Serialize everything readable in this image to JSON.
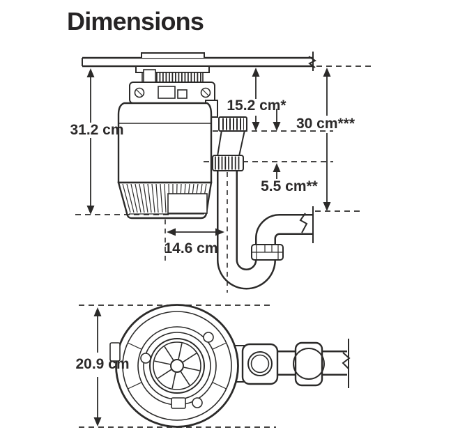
{
  "title": "Dimensions",
  "units": "cm",
  "side_view": {
    "unit_height": "31.2 cm",
    "counter_to_outlet": "15.2 cm*",
    "outlet_to_trap": "5.5 cm**",
    "counter_to_drain": "30 cm***",
    "center_to_trap": "14.6 cm"
  },
  "top_view": {
    "unit_diameter": "20.9 cm"
  },
  "colors": {
    "line": "#2b2a29",
    "text": "#2c2a2a",
    "background": "#ffffff"
  }
}
